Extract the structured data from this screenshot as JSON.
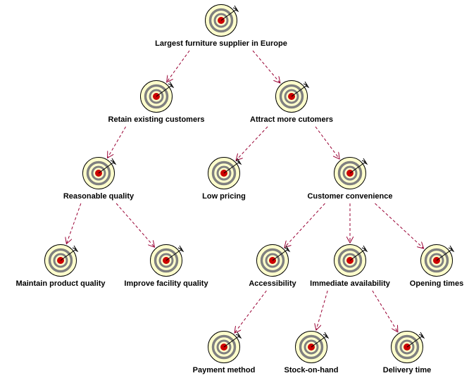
{
  "diagram": {
    "background": "#ffffff",
    "target_icon": {
      "fill": "#ffffcc",
      "rings": "#808080",
      "bullseye": "#cc0000",
      "arrow": "#000000"
    },
    "edge_color": "#990033",
    "goals": {
      "root": {
        "label": "Largest furniture supplier in Europe"
      },
      "retain": {
        "label": "Retain existing customers"
      },
      "attract": {
        "label": "Attract more cutomers"
      },
      "quality": {
        "label": "Reasonable quality"
      },
      "pricing": {
        "label": "Low pricing"
      },
      "convenience": {
        "label": "Customer convenience"
      },
      "maintain": {
        "label": "Maintain product quality"
      },
      "improve": {
        "label": "Improve facility quality"
      },
      "accessibility": {
        "label": "Accessibility"
      },
      "availability": {
        "label": "Immediate availability"
      },
      "opening": {
        "label": "Opening times"
      },
      "payment": {
        "label": "Payment method"
      },
      "stock": {
        "label": "Stock-on-hand"
      },
      "delivery": {
        "label": "Delivery time"
      }
    },
    "edges": [
      {
        "from": "root",
        "to": "retain"
      },
      {
        "from": "root",
        "to": "attract"
      },
      {
        "from": "retain",
        "to": "quality"
      },
      {
        "from": "attract",
        "to": "pricing"
      },
      {
        "from": "attract",
        "to": "convenience"
      },
      {
        "from": "quality",
        "to": "maintain"
      },
      {
        "from": "quality",
        "to": "improve"
      },
      {
        "from": "convenience",
        "to": "accessibility"
      },
      {
        "from": "convenience",
        "to": "availability"
      },
      {
        "from": "convenience",
        "to": "opening"
      },
      {
        "from": "accessibility",
        "to": "payment"
      },
      {
        "from": "availability",
        "to": "stock"
      },
      {
        "from": "availability",
        "to": "delivery"
      }
    ]
  }
}
